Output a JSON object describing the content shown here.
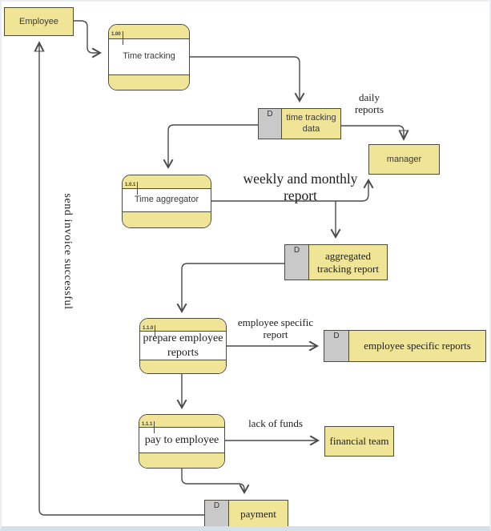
{
  "diagram": {
    "entities": {
      "employee": {
        "label": "Employee"
      },
      "manager": {
        "label": "manager"
      },
      "financial_team": {
        "label": "financial team"
      }
    },
    "processes": {
      "time_tracking": {
        "id": "1.00",
        "label": "Time tracking"
      },
      "time_aggregator": {
        "id": "1.0.1",
        "label": "Time aggregator"
      },
      "prepare_employee_reports": {
        "id": "1.1.0",
        "label": "prepare employee reports"
      },
      "pay_to_employee": {
        "id": "1.1.1",
        "label": "pay to employee"
      }
    },
    "datastores": {
      "time_tracking_data": {
        "marker": "D",
        "label": "time tracking data"
      },
      "aggregated_tracking_report": {
        "marker": "D",
        "label": "aggregated tracking report"
      },
      "employee_specific_reports": {
        "marker": "D",
        "label": "employee specific reports"
      },
      "payment": {
        "marker": "D",
        "label": "payment"
      }
    },
    "flow_labels": {
      "daily_reports": "daily reports",
      "weekly_monthly_report": "weekly and monthly report",
      "employee_specific_report": "employee specific report",
      "lack_of_funds": "lack of funds",
      "send_invoice_successful": "send invoice successful"
    },
    "colors": {
      "shape_fill": "#f0e496",
      "shape_border": "#4d4a40",
      "store_marker_fill": "#c9c9c9",
      "connector": "#4a4a4a"
    }
  }
}
